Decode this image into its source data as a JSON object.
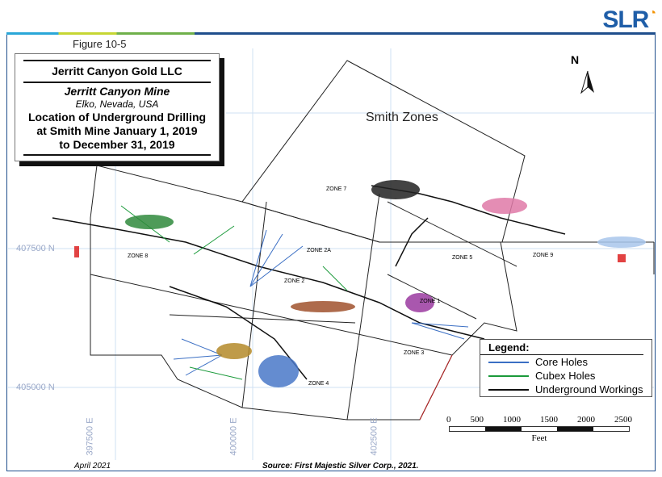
{
  "brand": {
    "logo": "SLR"
  },
  "figure_label": "Figure 10-5",
  "title_block": {
    "company": "Jerritt Canyon Gold LLC",
    "mine": "Jerritt Canyon Mine",
    "location": "Elko, Nevada, USA",
    "title_line1": "Location of Underground Drilling",
    "title_line2": "at Smith Mine January 1, 2019",
    "title_line3": "to December 31, 2019"
  },
  "map": {
    "area_label": "Smith Zones",
    "north_label": "N",
    "zones": [
      "ZONE 7",
      "ZONE 8",
      "ZONE 2A",
      "ZONE 2",
      "ZONE 5",
      "ZONE 9",
      "ZONE 1",
      "ZONE 3",
      "ZONE 4"
    ],
    "northings": [
      "407500 N",
      "405000 N"
    ],
    "eastings": [
      "397500 E",
      "400000 E",
      "402500 E"
    ]
  },
  "legend": {
    "title": "Legend:",
    "items": [
      {
        "label": "Core Holes",
        "color": "#3b6fc4"
      },
      {
        "label": "Cubex Holes",
        "color": "#1a9a3a"
      },
      {
        "label": "Underground Workings",
        "color": "#111111"
      }
    ]
  },
  "scale_bar": {
    "ticks": [
      "0",
      "500",
      "1000",
      "1500",
      "2000",
      "2500"
    ],
    "unit": "Feet"
  },
  "footer": {
    "date": "April 2021",
    "source": "Source: First Majestic Silver Corp., 2021."
  }
}
